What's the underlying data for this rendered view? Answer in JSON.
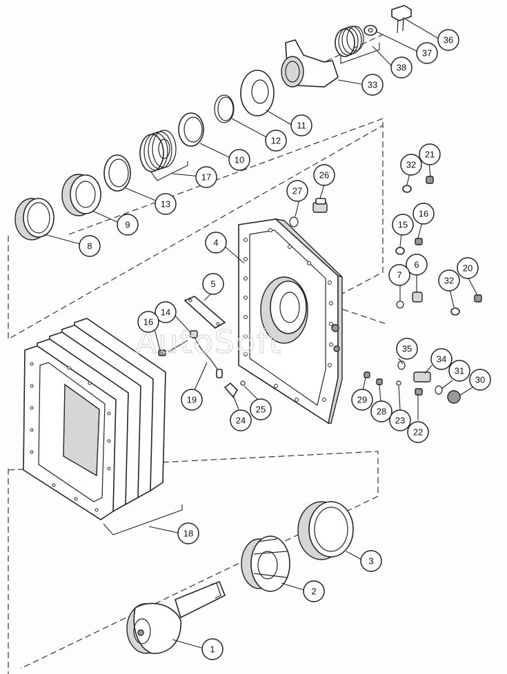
{
  "watermark": "AutoSoft",
  "callouts": [
    {
      "id": "c1",
      "label": "1"
    },
    {
      "id": "c2",
      "label": "2"
    },
    {
      "id": "c3",
      "label": "3"
    },
    {
      "id": "c4",
      "label": "4"
    },
    {
      "id": "c5",
      "label": "5"
    },
    {
      "id": "c6",
      "label": "6"
    },
    {
      "id": "c7",
      "label": "7"
    },
    {
      "id": "c8",
      "label": "8"
    },
    {
      "id": "c9",
      "label": "9"
    },
    {
      "id": "c10",
      "label": "10"
    },
    {
      "id": "c11",
      "label": "11"
    },
    {
      "id": "c12",
      "label": "12"
    },
    {
      "id": "c13",
      "label": "13"
    },
    {
      "id": "c14",
      "label": "14"
    },
    {
      "id": "c15",
      "label": "15"
    },
    {
      "id": "c16a",
      "label": "16"
    },
    {
      "id": "c16b",
      "label": "16"
    },
    {
      "id": "c17",
      "label": "17"
    },
    {
      "id": "c18",
      "label": "18"
    },
    {
      "id": "c19",
      "label": "19"
    },
    {
      "id": "c20",
      "label": "20"
    },
    {
      "id": "c21",
      "label": "21"
    },
    {
      "id": "c22",
      "label": "22"
    },
    {
      "id": "c23",
      "label": "23"
    },
    {
      "id": "c24",
      "label": "24"
    },
    {
      "id": "c25",
      "label": "25"
    },
    {
      "id": "c26",
      "label": "26"
    },
    {
      "id": "c27",
      "label": "27"
    },
    {
      "id": "c28",
      "label": "28"
    },
    {
      "id": "c29",
      "label": "29"
    },
    {
      "id": "c30",
      "label": "30"
    },
    {
      "id": "c31",
      "label": "31"
    },
    {
      "id": "c32a",
      "label": "32"
    },
    {
      "id": "c32b",
      "label": "32"
    },
    {
      "id": "c33",
      "label": "33"
    },
    {
      "id": "c34",
      "label": "34"
    },
    {
      "id": "c35",
      "label": "35"
    },
    {
      "id": "c36",
      "label": "36"
    },
    {
      "id": "c37",
      "label": "37"
    },
    {
      "id": "c38",
      "label": "38"
    }
  ]
}
